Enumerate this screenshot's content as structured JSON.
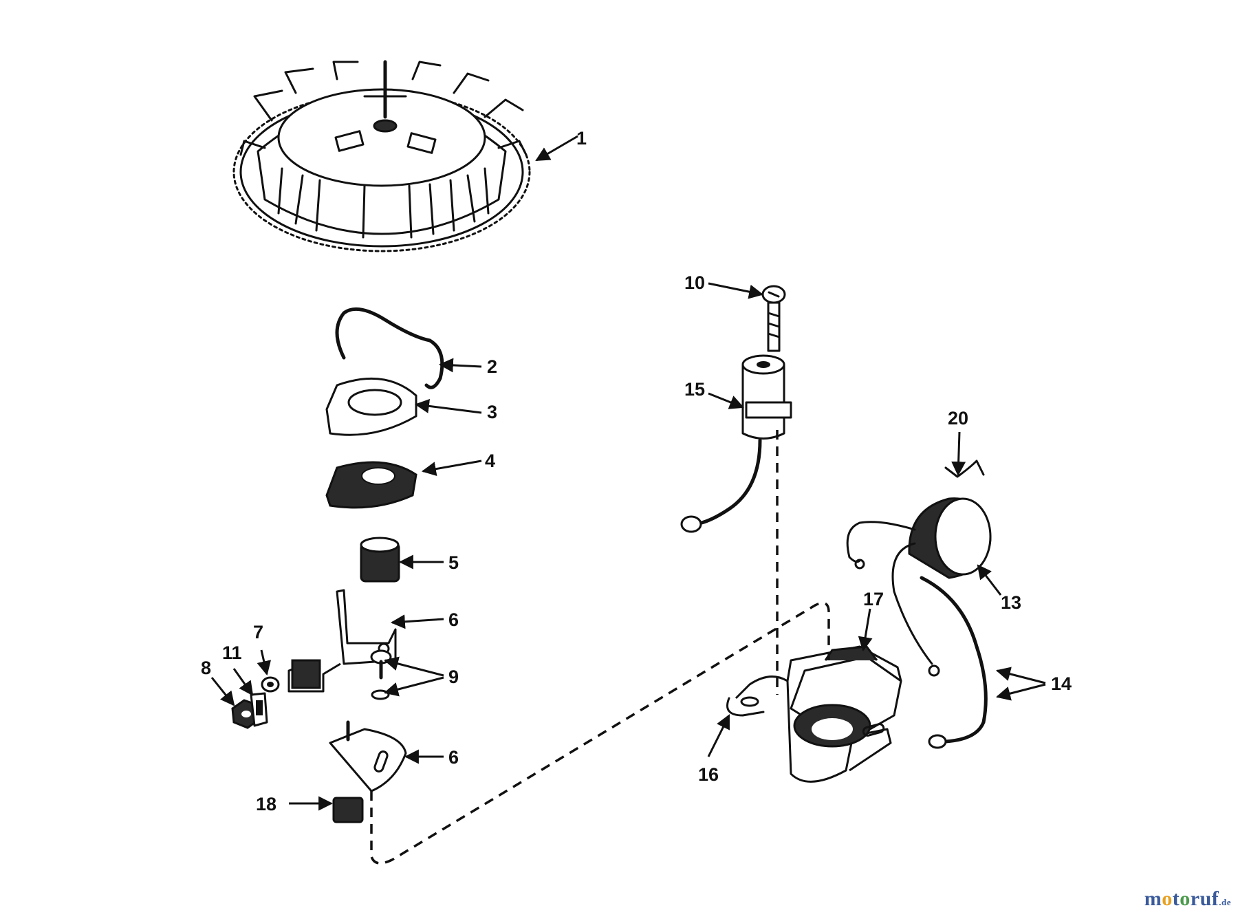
{
  "callouts": {
    "c1": "1",
    "c2": "2",
    "c3": "3",
    "c4": "4",
    "c5": "5",
    "c6a": "6",
    "c6b": "6",
    "c7": "7",
    "c8": "8",
    "c9": "9",
    "c10": "10",
    "c11": "11",
    "c13": "13",
    "c14": "14",
    "c15": "15",
    "c16": "16",
    "c17": "17",
    "c18": "18",
    "c20": "20"
  },
  "watermark": {
    "prefix": "m",
    "o1": "o",
    "t": "t",
    "o2": "o",
    "suffix": "ruf",
    "domain": ".de"
  },
  "colors": {
    "ink": "#111111",
    "watermark_blue": "#3a5a9a",
    "watermark_orange": "#e8a020",
    "watermark_green": "#4a9a4a"
  }
}
